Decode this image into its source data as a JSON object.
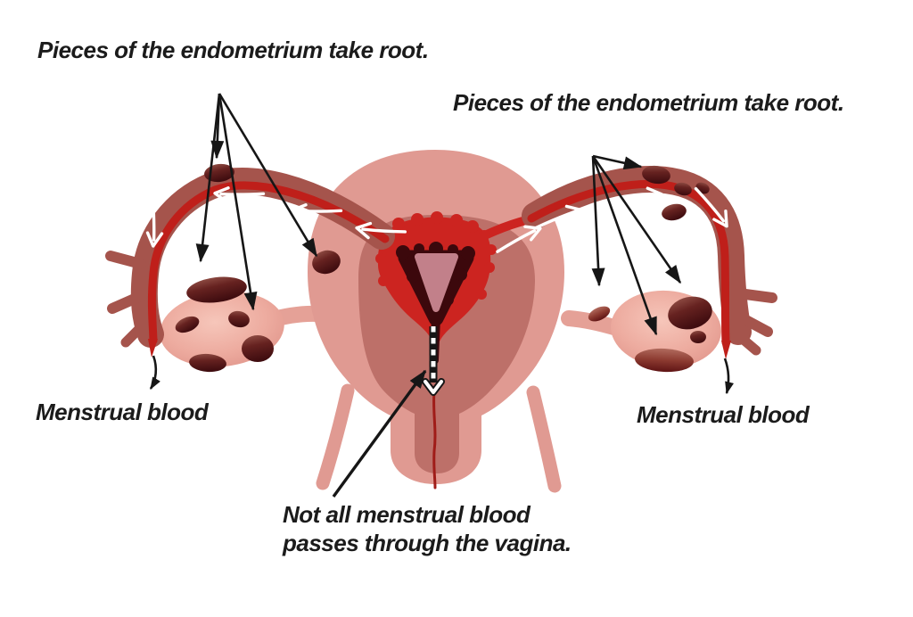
{
  "labels": {
    "top_left": "Pieces of the endometrium take root.",
    "top_right": "Pieces of the endometrium take root.",
    "menstrual_left": "Menstrual blood",
    "menstrual_right": "Menstrual blood",
    "bottom_note_line1": "Not all menstrual blood",
    "bottom_note_line2": "passes through the vagina."
  },
  "colors": {
    "background": "#ffffff",
    "label_text": "#1b1b1b",
    "uterus_body_pink": "#e09a92",
    "uterus_inner_wall": "#bd7069",
    "endometrium_red": "#cc2420",
    "endometrial_lining_dark": "#3c080c",
    "uterine_cavity_mauve": "#c2808a",
    "fallopian_tube": "#a5544c",
    "menstrual_blood_red": "#bf1f1a",
    "ovary_pink": "#edab9f",
    "implant_dark_maroon": "#471013",
    "annotation_arrow_black": "#161616",
    "flow_arrow_white": "#ffffff"
  }
}
